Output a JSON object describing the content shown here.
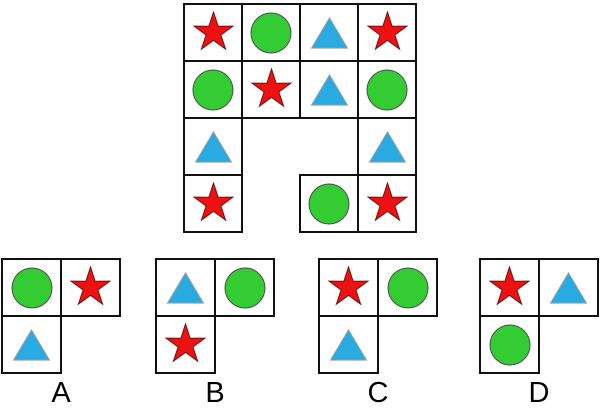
{
  "puzzle": {
    "colors": {
      "star": "#EE1111",
      "star_outline": "#7A0F0F",
      "circle": "#33CC33",
      "circle_outline": "#4D4D4D",
      "triangle": "#29ABE2",
      "triangle_outline": "#9AA0A6",
      "grid_border": "#111111",
      "background": "#FFFFFF"
    },
    "main_grid": {
      "rows": 4,
      "cols": 4,
      "missing_cells": [
        [
          2,
          1
        ],
        [
          2,
          2
        ],
        [
          3,
          1
        ]
      ],
      "cells": [
        {
          "row": 0,
          "col": 0,
          "shape": "star"
        },
        {
          "row": 0,
          "col": 1,
          "shape": "circle"
        },
        {
          "row": 0,
          "col": 2,
          "shape": "triangle"
        },
        {
          "row": 0,
          "col": 3,
          "shape": "star"
        },
        {
          "row": 1,
          "col": 0,
          "shape": "circle"
        },
        {
          "row": 1,
          "col": 1,
          "shape": "star"
        },
        {
          "row": 1,
          "col": 2,
          "shape": "triangle"
        },
        {
          "row": 1,
          "col": 3,
          "shape": "circle"
        },
        {
          "row": 2,
          "col": 0,
          "shape": "triangle"
        },
        {
          "row": 2,
          "col": 3,
          "shape": "triangle"
        },
        {
          "row": 3,
          "col": 0,
          "shape": "star"
        },
        {
          "row": 3,
          "col": 2,
          "shape": "circle"
        },
        {
          "row": 3,
          "col": 3,
          "shape": "star"
        }
      ]
    },
    "options": [
      {
        "label": "A",
        "cells": [
          {
            "row": 0,
            "col": 0,
            "shape": "circle"
          },
          {
            "row": 0,
            "col": 1,
            "shape": "star"
          },
          {
            "row": 1,
            "col": 0,
            "shape": "triangle"
          }
        ]
      },
      {
        "label": "B",
        "cells": [
          {
            "row": 0,
            "col": 0,
            "shape": "triangle"
          },
          {
            "row": 0,
            "col": 1,
            "shape": "circle"
          },
          {
            "row": 1,
            "col": 0,
            "shape": "star"
          }
        ]
      },
      {
        "label": "C",
        "cells": [
          {
            "row": 0,
            "col": 0,
            "shape": "star"
          },
          {
            "row": 0,
            "col": 1,
            "shape": "circle"
          },
          {
            "row": 1,
            "col": 0,
            "shape": "triangle"
          }
        ]
      },
      {
        "label": "D",
        "cells": [
          {
            "row": 0,
            "col": 0,
            "shape": "star"
          },
          {
            "row": 0,
            "col": 1,
            "shape": "triangle"
          },
          {
            "row": 1,
            "col": 0,
            "shape": "circle"
          }
        ]
      }
    ]
  }
}
